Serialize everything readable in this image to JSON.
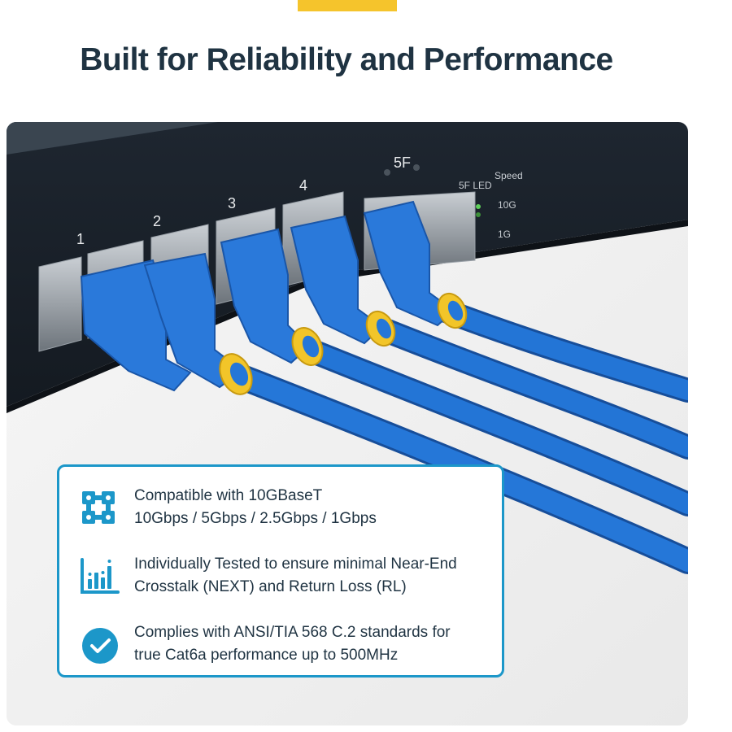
{
  "header": {
    "title": "Built for Reliability and Performance"
  },
  "switch_panel": {
    "port_labels": [
      "1",
      "2",
      "3",
      "4",
      "5F"
    ],
    "led_header": "5F LED",
    "speed_header": "Speed",
    "speed_options": [
      "10G",
      "1G"
    ]
  },
  "features": [
    {
      "icon": "network-blocks-icon",
      "line1": "Compatible with 10GBaseT",
      "line2": "10Gbps / 5Gbps / 2.5Gbps / 1Gbps"
    },
    {
      "icon": "bar-graph-test-icon",
      "line1": "Individually Tested to ensure minimal Near-End",
      "line2": "Crosstalk (NEXT) and Return Loss (RL)"
    },
    {
      "icon": "check-circle-icon",
      "line1": "Complies with ANSI/TIA 568 C.2 standards for",
      "line2": "true Cat6a performance up to 500MHz"
    }
  ],
  "colors": {
    "accent_yellow": "#f5c42c",
    "title_navy": "#1f3342",
    "brand_blue": "#1c97c9",
    "cable_blue": "#1f6fd1"
  }
}
